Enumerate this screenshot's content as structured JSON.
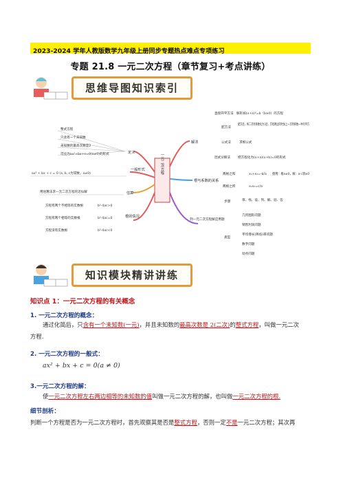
{
  "banner": "2023-2024 学年人教版数学九年级上册同步专题热点难点专项练习",
  "title": "专题 21.8  一元二次方程（章节复习+考点讲练）",
  "section1": "思维导图知识索引",
  "section2": "知识模块精讲讲练",
  "mindmap": {
    "center": "一元二次方程",
    "definition": "定义",
    "def_items": [
      "整式方程",
      "只含有一个未知数",
      "未知数的最高次数是2",
      "可化为ax²+bx+c=0(a≠0)的形式"
    ],
    "general": "一般形式",
    "general_formula": "ax² + bx + c = 0 (a, b, c为常数，a≠0)",
    "estimate": "估算",
    "estimate_item": "用估算法求一元二次方程的近似解",
    "roots": "根的情况",
    "roots_items": [
      "方程有两个不相等的实数根",
      "方程有两个相等的实数根",
      "方程没有实数根"
    ],
    "roots_cond": [
      "b²-4ac>0",
      "b²-4ac=0",
      "b²-4ac<0"
    ],
    "solve": "解法",
    "solve_methods": [
      "直接开平方法",
      "配方法",
      "公式法",
      "因式分解法"
    ],
    "solve_notes": [
      "解形如(x+a)²=b（b≥0）的方程",
      "配方后，将二次项系数化为1后，方程两边同时加上一次项系数一半的平方",
      "求根公式",
      "把方程化为(x+a)(x+b)=0的形式"
    ],
    "vieta": "根与系数的关系",
    "vieta_items": [
      "两根之和",
      "两根之积"
    ],
    "vieta_formulas": [
      "x₁+x₂=-b/a",
      "x₁x₂=c/a"
    ],
    "vieta_note": "使用：看a≠0，解：a·c须≥0",
    "app": "列一元二次方程解应用题",
    "app_steps": "步骤",
    "app_steps_items": "审、找、设、列、解、验、答",
    "app_types": "类型",
    "app_types_items": [
      "几何图形问题",
      "销售利润问题",
      "平均增长(降低)率问题",
      "数字问题",
      "动点问题"
    ]
  },
  "kp1": "知识点 1：一元二次方程的有关概念",
  "h1": "1.   一元二次方程的概念：",
  "p1_pre": "通过化简后，只",
  "p1_u1": "含有一个未知数(一元)",
  "p1_mid1": "，并且未知数的",
  "p1_u2": "最高次数是 2(二次)",
  "p1_mid2": "的",
  "p1_u3": "整式方程",
  "p1_post": "，叫做一元二次",
  "p1_end": "方程.",
  "h2": "2.   一元二次方程的一般式：",
  "formula": "ax² + bx + c = 0(a ≠ 0)",
  "h3": "3.一元二次方程的解：",
  "p3_pre": "使",
  "p3_u1": "一元二次方程左右两边相等的未知数的值",
  "p3_mid": "叫做一元二次方程的解，也叫做",
  "p3_u2": "一元二次方程的根.",
  "h4": "细节剖析：",
  "p4_pre": "判断一个方程是否为一元二次方程时，首先观察其是否是",
  "p4_u1": "整式方程",
  "p4_mid": "，否则一定",
  "p4_u2": "不是",
  "p4_post": "一元二次方程；其次再",
  "colors": {
    "red": "#c0161a",
    "blue": "#1f3c88",
    "banner": "#ffef00",
    "orange": "#e29a3a"
  }
}
